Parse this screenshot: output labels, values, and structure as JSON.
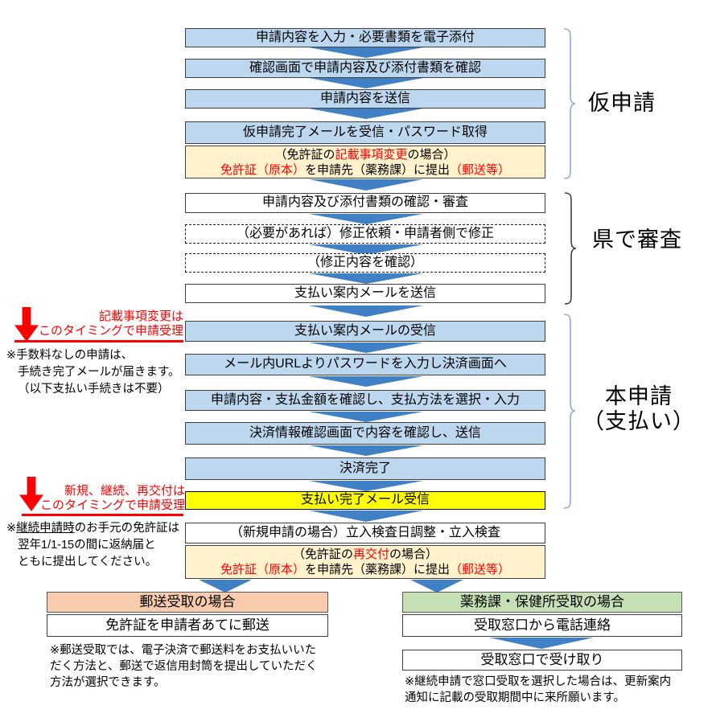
{
  "colors": {
    "blue_box": "#BDD7EE",
    "flow_arrow": "#4080C4",
    "cream_box": "#FFF2CC",
    "yellow_box": "#FFFF00",
    "orange_header": "#F8CBAD",
    "green_header": "#C5E0B4",
    "red_accent": "#FF0000",
    "brace_blue": "#8FAADC",
    "brace_dark": "#404040"
  },
  "icons": {
    "flow_arrow": "down-triangle",
    "timing_arrow": "red-block-down-arrow",
    "section_brace": "right-curly-brace"
  },
  "sections": {
    "temp_label": "仮申請",
    "review_label": "県で審査",
    "main_label_line1": "本申請",
    "main_label_line2": "（支払い）"
  },
  "temp_steps": [
    "申請内容を入力・必要書類を電子添付",
    "確認画面で申請内容及び添付書類を確認",
    "申請内容を送信",
    "仮申請完了メールを受信・パスワード取得"
  ],
  "change_box": {
    "line1_pre": "（免許証の",
    "line1_red": "記載事項変更",
    "line1_post": "の場合）",
    "line2_red1": "免許証（原本）",
    "line2_mid": "を申請先（薬務課）に提出",
    "line2_red2": "（郵送等）"
  },
  "review_steps": [
    "申請内容及び添付書類の確認・審査",
    "（必要があれば）修正依頼・申請者側で修正",
    "（修正内容を確認）",
    "支払い案内メールを送信"
  ],
  "payment_steps": [
    "支払い案内メールの受信",
    "メール内URLよりパスワードを入力し決済画面へ",
    "申請内容・支払金額を確認し、支払方法を選択・入力",
    "決済情報確認画面で内容を確認し、送信",
    "決済完了"
  ],
  "payment_done": "支払い完了メール受信",
  "inspection_step": "（新規申請の場合）立入検査日調整・立入検査",
  "reissue_box": {
    "line1_pre": "（免許証の",
    "line1_red": "再交付",
    "line1_post": "の場合）",
    "line2_red1": "免許証（原本）",
    "line2_mid": "を申請先（薬務課）に提出",
    "line2_red2": "（郵送等）"
  },
  "mail_branch": {
    "header": "郵送受取の場合",
    "step": "免許証を申請者あてに郵送",
    "note_line1": "※郵送受取では、電子決済で郵送料をお支払いいた",
    "note_line2": "だく方法と、郵送で返信用封筒を提出していただく",
    "note_line3": "方法が選択できます。"
  },
  "office_branch": {
    "header": "薬務課・保健所受取の場合",
    "step1": "受取窓口から電話連絡",
    "step2": "受取窓口で受け取り",
    "note_line1": "※継続申請で窓口受取を選択した場合は、更新案内",
    "note_line2": "通知に記載の受取期間中に来所願います。"
  },
  "annotation1": {
    "red_line1": "記載事項変更は",
    "red_line2": "このタイミングで申請受理",
    "note_line1": "※手数料なしの申請は、",
    "note_line2": "手続き完了メールが届きます。",
    "note_line3": "（以下支払い手続きは不要）"
  },
  "annotation2": {
    "red_line1": "新規、継続、再交付は",
    "red_line2": "このタイミングで申請受理",
    "note_line1_pre": "※",
    "note_line1_underline": "継続申請時",
    "note_line1_post": "のお手元の免許証は",
    "note_line2": "翌年1/1-15の間に返納届と",
    "note_line3": "ともに提出してください。"
  }
}
